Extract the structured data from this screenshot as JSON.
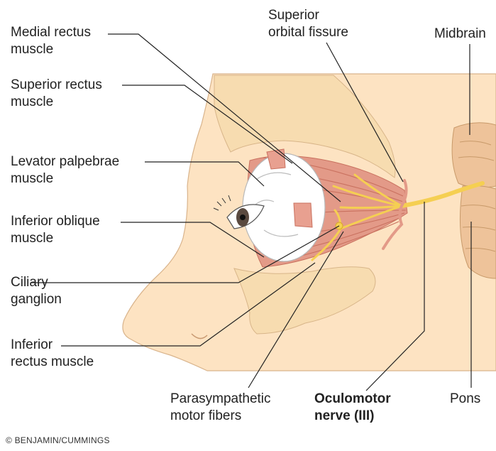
{
  "labels": {
    "medial_rectus": [
      "Medial rectus",
      "muscle"
    ],
    "superior_rectus": [
      "Superior rectus",
      "muscle"
    ],
    "levator_palpebrae": [
      "Levator palpebrae",
      "muscle"
    ],
    "inferior_oblique": [
      "Inferior oblique",
      "muscle"
    ],
    "ciliary_ganglion": [
      "Ciliary",
      "ganglion"
    ],
    "inferior_rectus": [
      "Inferior",
      "rectus muscle"
    ],
    "superior_orbital_fissure": [
      "Superior",
      "orbital fissure"
    ],
    "midbrain": [
      "Midbrain"
    ],
    "parasympathetic": [
      "Parasympathetic",
      "motor fibers"
    ],
    "oculomotor": [
      "Oculomotor",
      "nerve (III)"
    ],
    "pons": [
      "Pons"
    ]
  },
  "credit": "© BENJAMIN/CUMMINGS",
  "colors": {
    "skin": "#fde3c2",
    "bone": "#f7dcb0",
    "bone_pores": "#e7c28f",
    "muscle": "#e39a88",
    "muscle_stripe": "#c9715f",
    "nerve": "#f5cf52",
    "eyeball": "#ffffff",
    "brainstem": "#eec39a",
    "leader": "#222222"
  }
}
